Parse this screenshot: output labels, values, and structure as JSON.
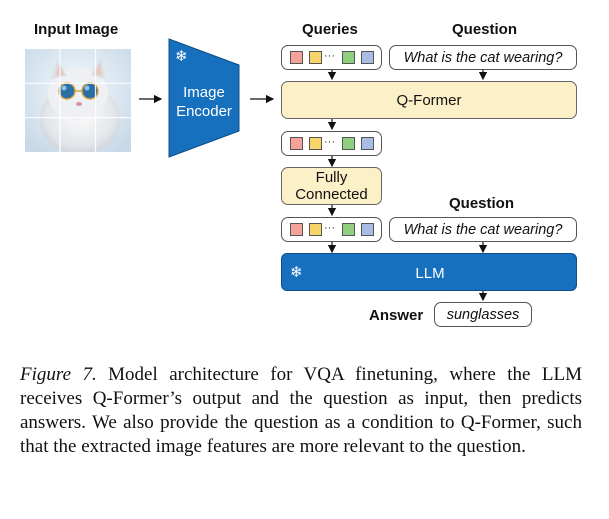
{
  "figure": {
    "input_image_label": "Input Image",
    "image_encoder_label": "Image Encoder",
    "queries_label": "Queries",
    "question_label_top": "Question",
    "question_label_mid": "Question",
    "question_text_1": "What is the cat wearing?",
    "question_text_2": "What is the cat wearing?",
    "qformer_label": "Q-Former",
    "fc_label": "Fully Connected",
    "llm_label": "LLM",
    "answer_label": "Answer",
    "answer_text": "sunglasses",
    "token_dots": "···",
    "token_colors": [
      "#f4a29a",
      "#f7d56a",
      "#8fcf7f",
      "#a9bce3"
    ],
    "frozen_icon": "snowflake-icon"
  },
  "caption": {
    "label": "Figure 7.",
    "text": " Model architecture for VQA finetuning, where the LLM receives Q-Former’s output and the question as input, then predicts answers. We also provide the question as a condition to Q-Former, such that the extracted image features are more relevant to the question."
  }
}
